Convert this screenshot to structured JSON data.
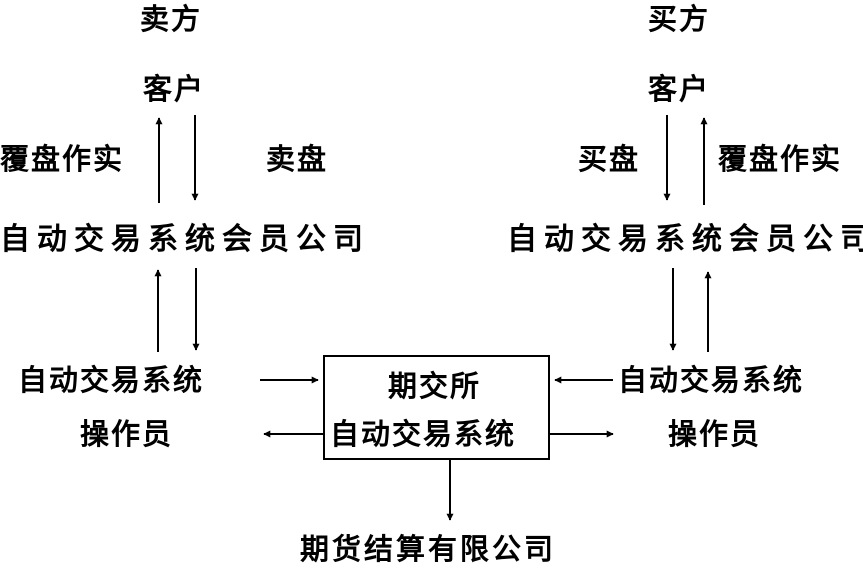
{
  "seller": {
    "title": "卖方",
    "client": "客户",
    "up_label": "覆盘作实",
    "down_label": "卖盘",
    "member": "自动交易系统会员公司",
    "operator_line1": "自动交易系统",
    "operator_line2": "操作员"
  },
  "buyer": {
    "title": "买方",
    "client": "客户",
    "down_label": "买盘",
    "up_label": "覆盘作实",
    "member": "自动交易系统会员公司",
    "operator_line1": "自动交易系统",
    "operator_line2": "操作员"
  },
  "exchange": {
    "line1": "期交所",
    "line2": "自动交易系统"
  },
  "clearing": "期货结算有限公司",
  "colors": {
    "ink": "#000000",
    "background": "#ffffff"
  }
}
